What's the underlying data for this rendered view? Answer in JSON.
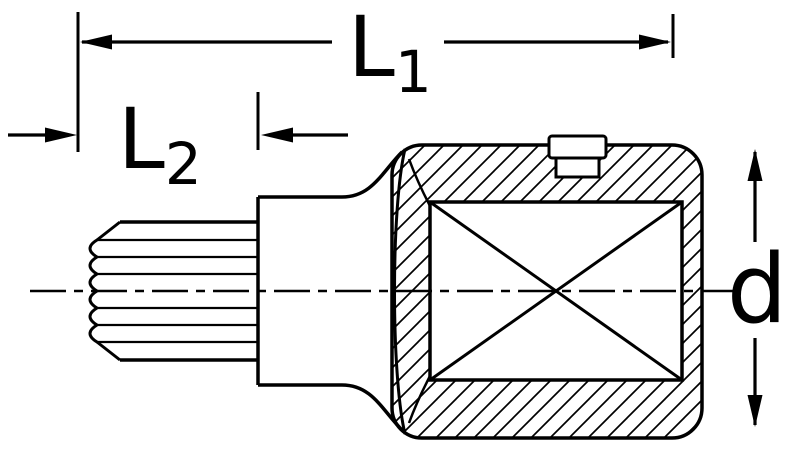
{
  "drawing": {
    "kind": "dimensioned technical line drawing",
    "colors": {
      "line": "#000000",
      "background": "#ffffff"
    }
  },
  "labels": {
    "l1": {
      "base": "L",
      "sub": "1"
    },
    "l2": {
      "base": "L",
      "sub": "2"
    },
    "d": {
      "base": "d"
    }
  }
}
